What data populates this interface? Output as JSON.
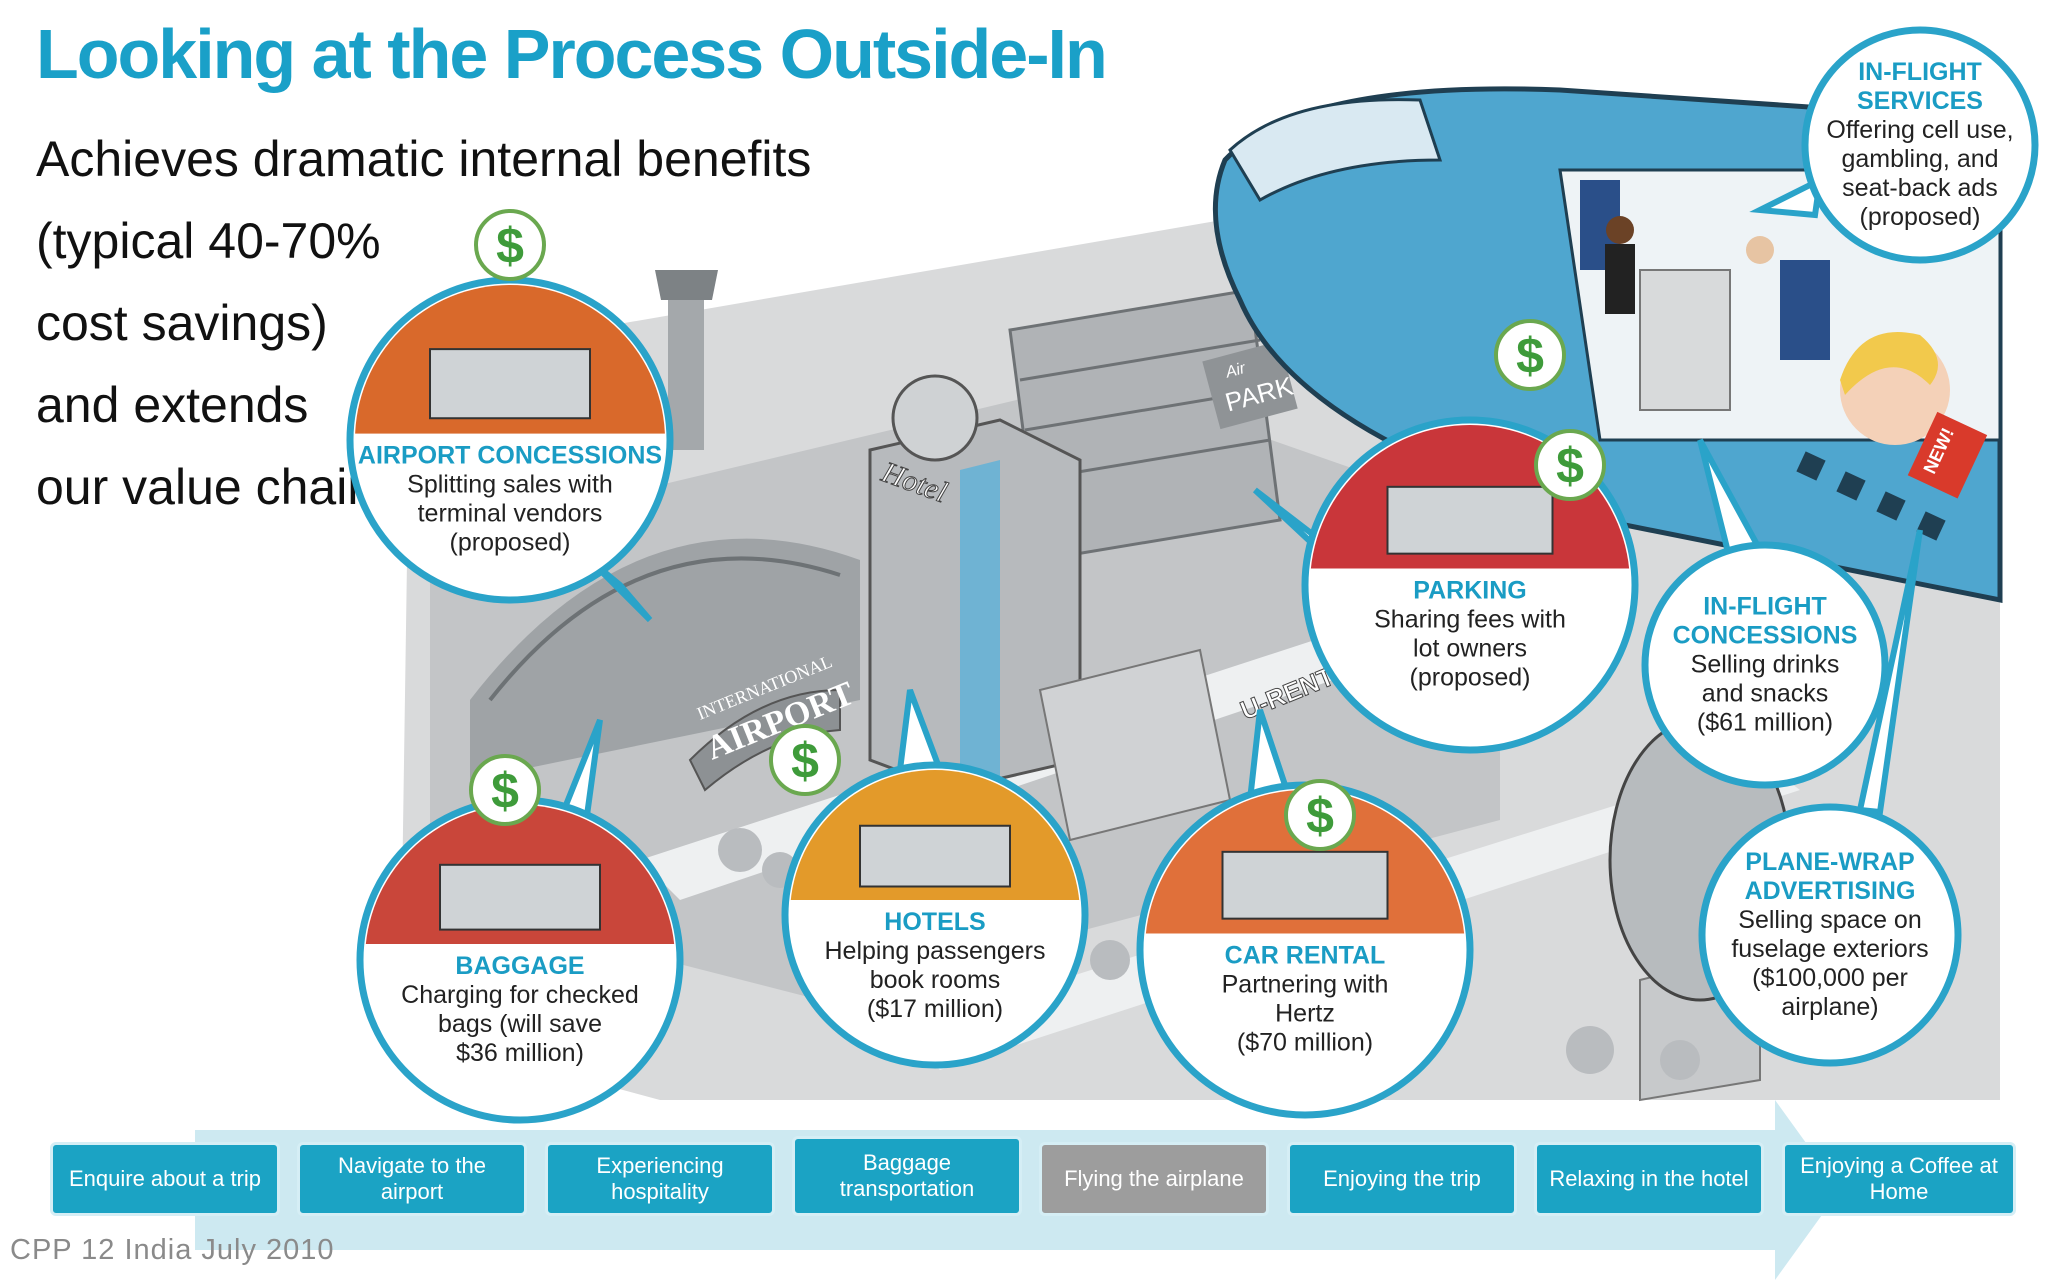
{
  "slide": {
    "title": "Looking at the Process Outside-In",
    "bullets": [
      "Achieves dramatic internal benefits",
      "(typical 40-70%",
      "cost savings)",
      "and extends",
      "our value chain"
    ],
    "footer": "CPP 12 India July 2010"
  },
  "illustration": {
    "signs": {
      "airport_line1": "INTERNATIONAL",
      "airport_line2": "AIRPORT",
      "hotel": "Hotel",
      "park_line1": "Air",
      "park_line2": "PARK",
      "rental": "U-RENT",
      "new_badge": "NEW!"
    },
    "dollar_sign": "$",
    "bubbles": [
      {
        "heading": [
          "AIRPORT CONCESSIONS"
        ],
        "body": [
          "Splitting sales with",
          "terminal vendors",
          "(proposed)"
        ]
      },
      {
        "heading": [
          "BAGGAGE"
        ],
        "body": [
          "Charging for checked",
          "bags (will save",
          "$36 million)"
        ]
      },
      {
        "heading": [
          "HOTELS"
        ],
        "body": [
          "Helping passengers",
          "book rooms",
          "($17 million)"
        ]
      },
      {
        "heading": [
          "CAR RENTAL"
        ],
        "body": [
          "Partnering with",
          "Hertz",
          "($70 million)"
        ]
      },
      {
        "heading": [
          "PARKING"
        ],
        "body": [
          "Sharing fees with",
          "lot owners",
          "(proposed)"
        ]
      },
      {
        "heading": [
          "IN-FLIGHT",
          "CONCESSIONS"
        ],
        "body": [
          "Selling drinks",
          "and snacks",
          "($61 million)"
        ]
      },
      {
        "heading": [
          "PLANE-WRAP",
          "ADVERTISING"
        ],
        "body": [
          "Selling space on",
          "fuselage exteriors",
          "($100,000 per",
          "airplane)"
        ]
      },
      {
        "heading": [
          "IN-FLIGHT",
          "SERVICES"
        ],
        "body": [
          "Offering cell use,",
          "gambling, and",
          "seat-back ads",
          "(proposed)"
        ]
      }
    ]
  },
  "value_chain": {
    "steps": [
      {
        "label": "Enquire about a trip",
        "highlight": false
      },
      {
        "label": "Navigate to the airport",
        "highlight": false
      },
      {
        "label": "Experiencing hospitality",
        "highlight": false
      },
      {
        "label": "Baggage transportation",
        "highlight": false
      },
      {
        "label": "Flying the airplane",
        "highlight": true
      },
      {
        "label": "Enjoying the trip",
        "highlight": false
      },
      {
        "label": "Relaxing in the hotel",
        "highlight": false
      },
      {
        "label": "Enjoying a Coffee at Home",
        "highlight": false
      }
    ],
    "colors": {
      "step": "#1ba3c4",
      "highlight": "#9d9d9d",
      "arrow": "#cde9f1"
    }
  }
}
